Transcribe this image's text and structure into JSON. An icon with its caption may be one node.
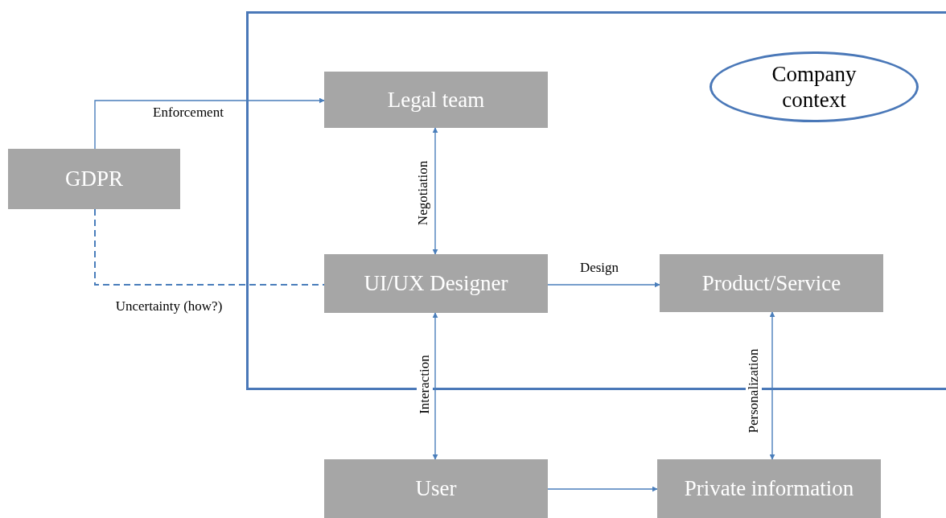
{
  "diagram": {
    "nodes": [
      {
        "text": [],
        "shape": "box"
      },
      {
        "text": [
          "Company context"
        ],
        "in": 0
      },
      {
        "text": [
          "GDPR"
        ]
      },
      {
        "text": [
          "Legal team"
        ],
        "in": 0
      },
      {
        "text": [
          "UI/UX Designer"
        ],
        "in": 0
      },
      {
        "text": [
          "Product/Service"
        ],
        "in": 0
      },
      {
        "text": [
          "User"
        ]
      },
      {
        "text": [
          "Private information"
        ]
      }
    ],
    "edges": [
      {
        "from": 2,
        "to": 3,
        "arrow": "to",
        "label": "Enforcement"
      },
      {
        "from": 2,
        "to": 4,
        "arrow": "none",
        "style": "dashed",
        "label": "Uncertainty (how?)"
      },
      {
        "from": 3,
        "to": 4,
        "arrow": "both",
        "label": "Negotiation"
      },
      {
        "from": 4,
        "to": 5,
        "arrow": "to",
        "label": "Design"
      },
      {
        "from": 4,
        "to": 6,
        "arrow": "both",
        "label": "Interaction"
      },
      {
        "from": 5,
        "to": 7,
        "arrow": "both",
        "label": "Personalization"
      },
      {
        "from": 6,
        "to": 7,
        "arrow": "to"
      }
    ]
  }
}
